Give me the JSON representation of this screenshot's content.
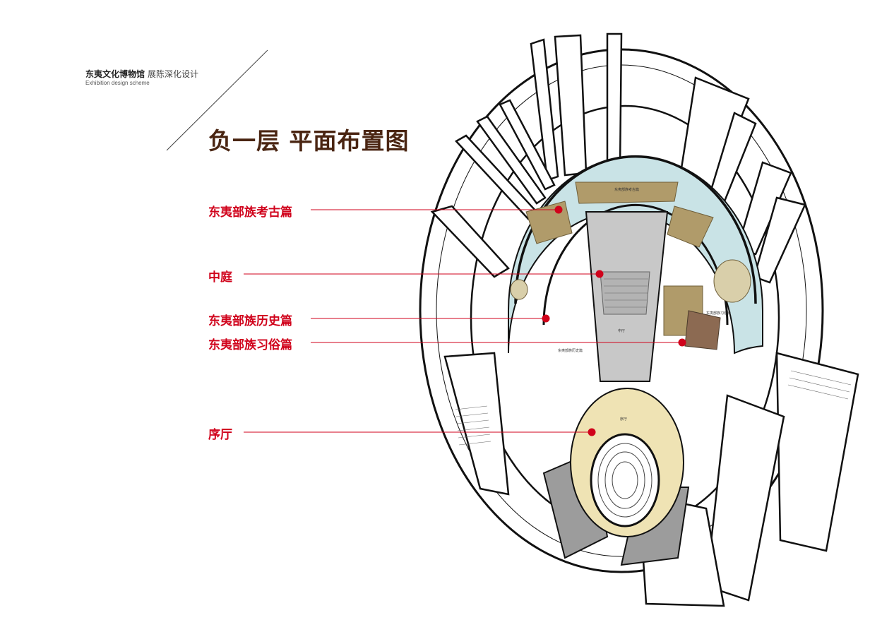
{
  "header": {
    "brand_strong": "东夷文化博物馆",
    "brand_light": "展陈深化设计",
    "brand_sub": "Exhibition design scheme"
  },
  "title": "负一层 平面布置图",
  "callouts": [
    {
      "id": "archaeology",
      "label": "东夷部族考古篇"
    },
    {
      "id": "courtyard",
      "label": "中庭"
    },
    {
      "id": "history",
      "label": "东夷部族历史篇"
    },
    {
      "id": "customs",
      "label": "东夷部族习俗篇"
    },
    {
      "id": "prelude",
      "label": "序厅"
    }
  ],
  "plan_labels": {
    "archaeology_hall": "东夷部族考古篇",
    "history_hall": "东夷部族历史篇",
    "customs_hall": "东夷部族习俗篇",
    "courtyard_hall": "中厅",
    "prelude_hall": "序厅"
  },
  "colors": {
    "title": "#4a2512",
    "callout": "#d0021b",
    "exhibit_blue": "#c9e3e6",
    "exhibit_tan": "#b09b6a",
    "prelude_cream": "#efe3b4",
    "courtyard_gray": "#c8c8c8",
    "dark_gray": "#9c9c9c"
  }
}
